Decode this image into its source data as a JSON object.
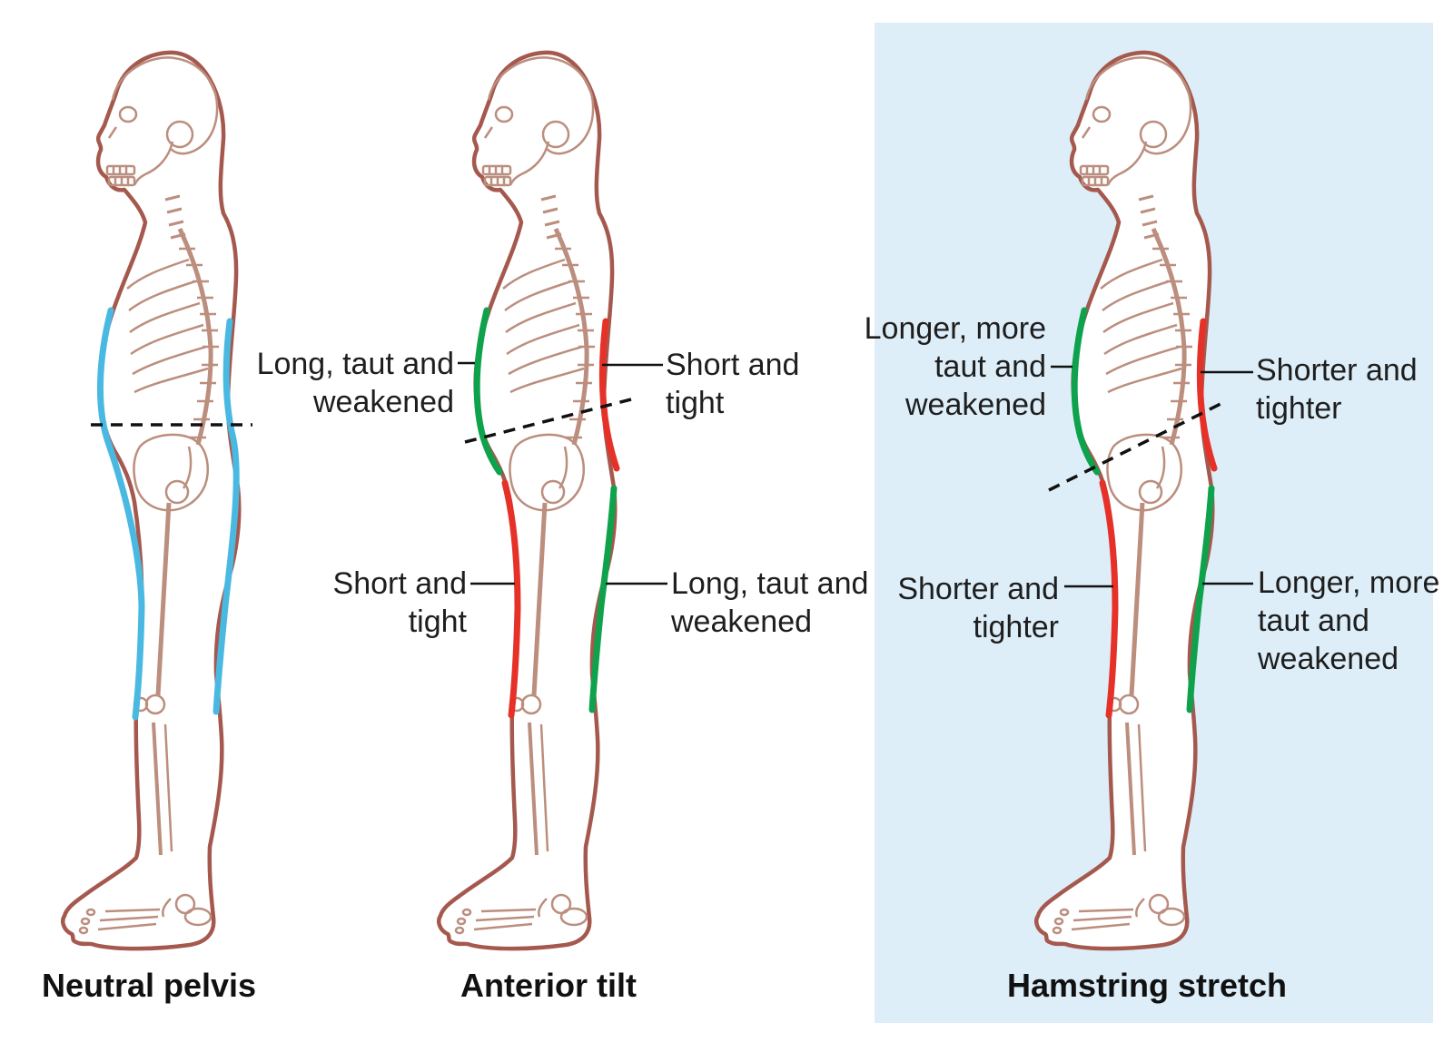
{
  "title": "Pelvis position comparison diagram",
  "panels": [
    {
      "id": "neutral",
      "caption": "Neutral pelvis",
      "muscle_highlight_color": "#4ab9e2"
    },
    {
      "id": "anterior-tilt",
      "caption": "Anterior tilt",
      "labels": {
        "top_left": {
          "lines": [
            "Long, taut and",
            "weakened"
          ],
          "points_to": "abdominal line (green)"
        },
        "top_right": {
          "lines": [
            "Short and",
            "tight"
          ],
          "points_to": "lumbar line (red)"
        },
        "bottom_left": {
          "lines": [
            "Short and",
            "tight"
          ],
          "points_to": "front thigh line (red)"
        },
        "bottom_right": {
          "lines": [
            "Long, taut and",
            "weakened"
          ],
          "points_to": "hamstring line (green)"
        }
      }
    },
    {
      "id": "hamstring-stretch",
      "caption": "Hamstring stretch",
      "labels": {
        "top_left": {
          "lines": [
            "Longer, more",
            "taut and",
            "weakened"
          ],
          "points_to": "abdominal line (green)"
        },
        "top_right": {
          "lines": [
            "Shorter and",
            "tighter"
          ],
          "points_to": "lumbar line (red)"
        },
        "bottom_left": {
          "lines": [
            "Shorter and",
            "tighter"
          ],
          "points_to": "front thigh line (red)"
        },
        "bottom_right": {
          "lines": [
            "Longer, more",
            "taut and",
            "weakened"
          ],
          "points_to": "hamstring line (green)"
        }
      }
    }
  ],
  "colors": {
    "muscle_blue": "#4ab9e2",
    "muscle_green": "#0ea24c",
    "muscle_red": "#e53128",
    "body_outline": "#a5594e",
    "bone_line": "#bb8e7e",
    "panel_background": "#ddeef8",
    "text": "#1e1e1e"
  }
}
